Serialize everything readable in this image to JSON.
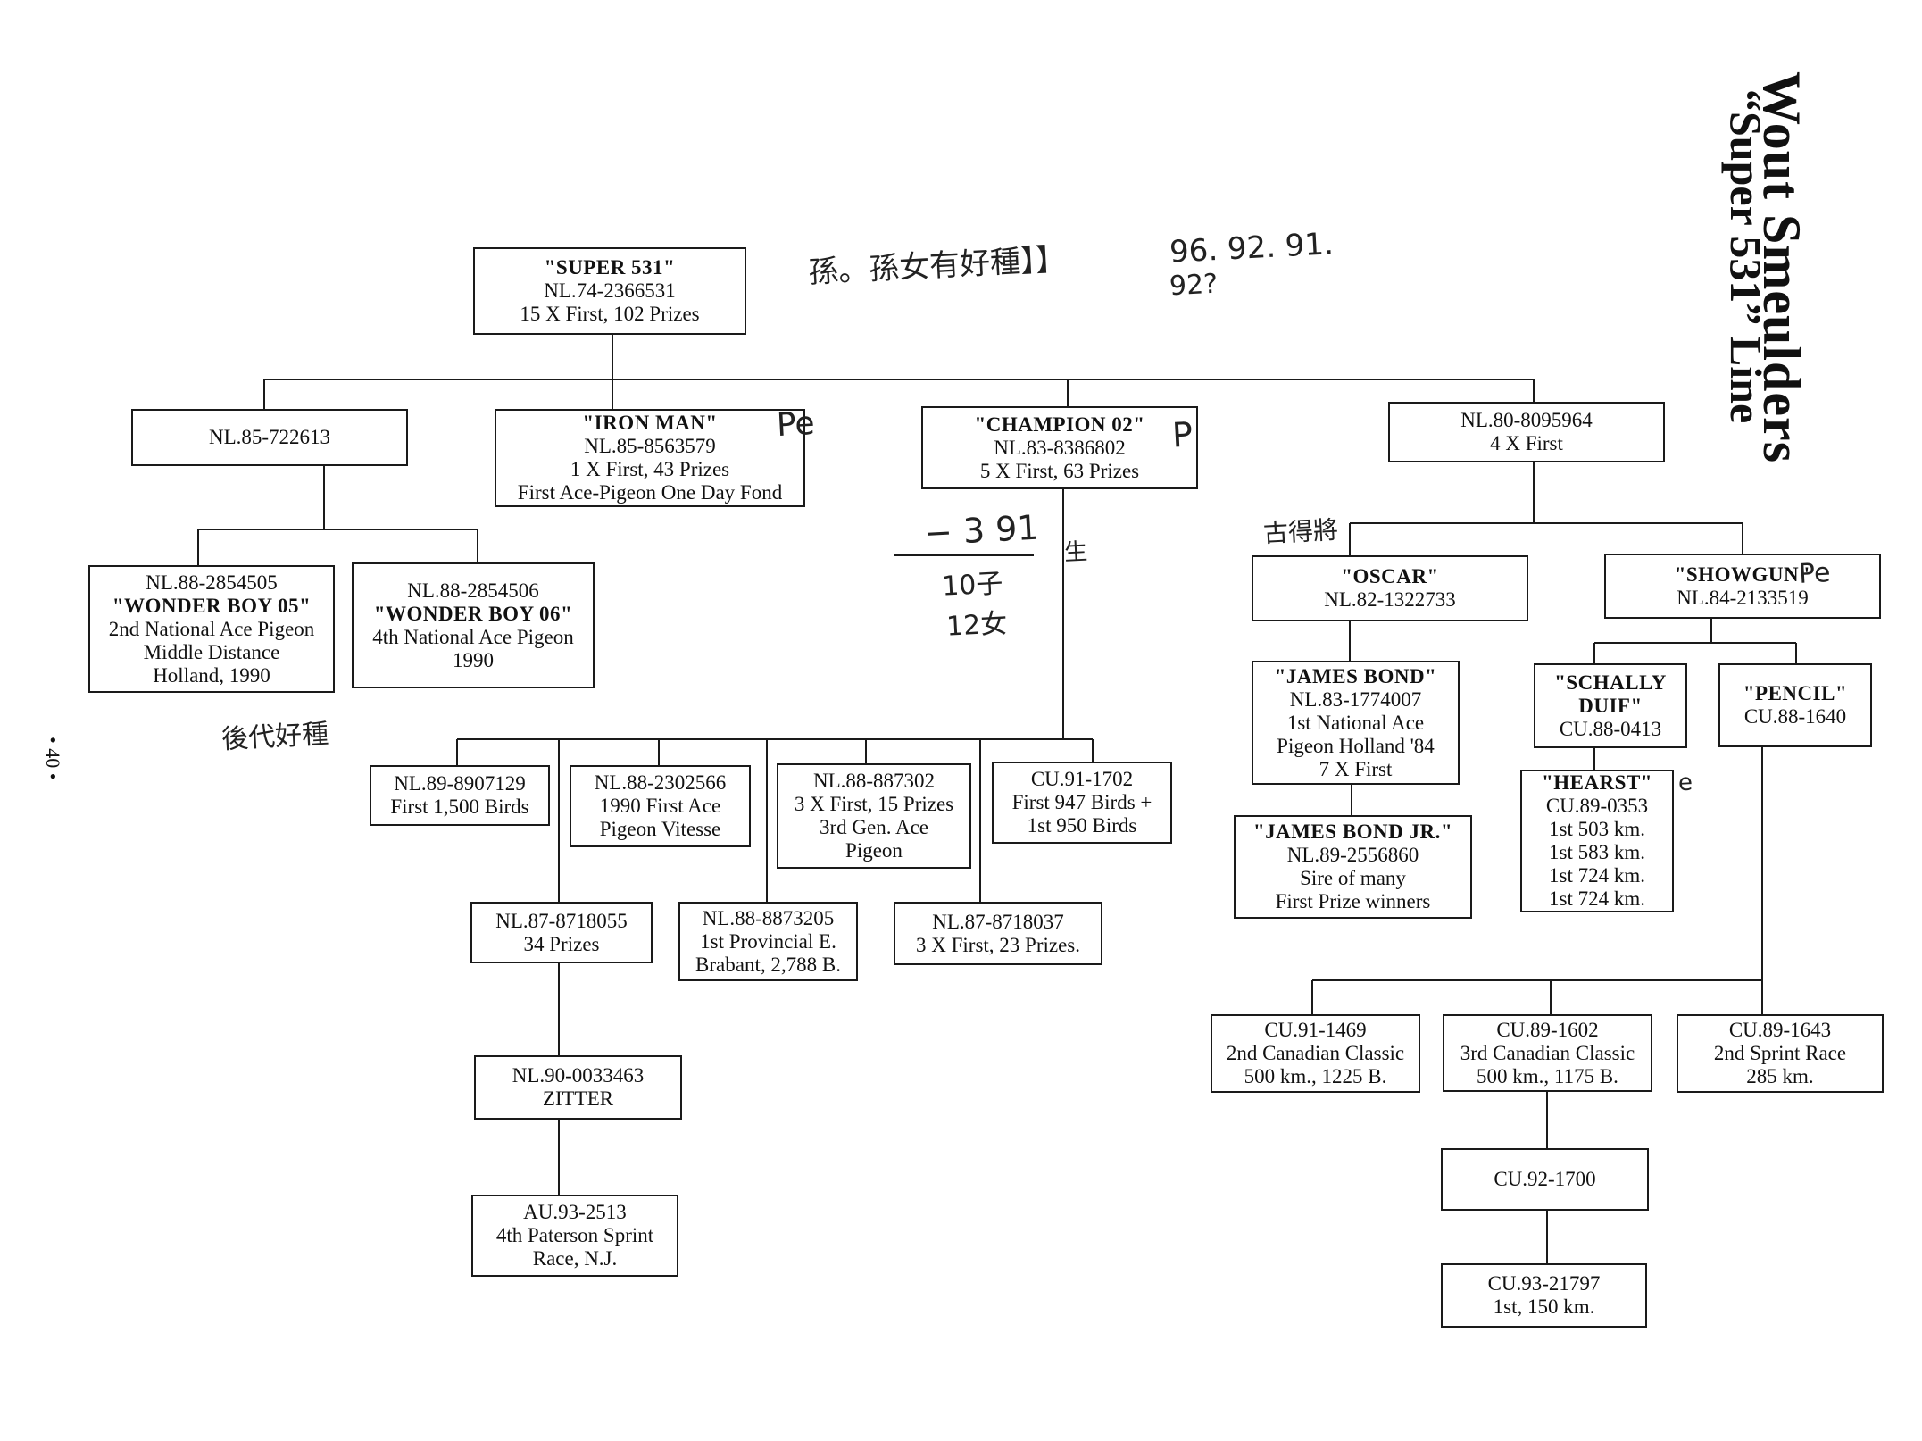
{
  "title": "Wout Smeulders",
  "subtitle": "“Super 531” Line",
  "page_number": "• 40 •",
  "nodes": {
    "super531": {
      "name": "\"SUPER 531\"",
      "lines": [
        "NL.74-2366531",
        "15 X First, 102 Prizes"
      ]
    },
    "nl85_722613": {
      "name": "",
      "lines": [
        "NL.85-722613"
      ]
    },
    "iron_man": {
      "name": "\"IRON MAN\"",
      "lines": [
        "NL.85-8563579",
        "1 X First, 43 Prizes",
        "First Ace-Pigeon One Day Fond"
      ]
    },
    "champion02": {
      "name": "\"CHAMPION 02\"",
      "lines": [
        "NL.83-8386802",
        "5 X First, 63 Prizes"
      ]
    },
    "nl80_8095964": {
      "name": "",
      "lines": [
        "NL.80-8095964",
        "4 X First"
      ]
    },
    "wonder_boy_05": {
      "name": "\"WONDER BOY 05\"",
      "top": "NL.88-2854505",
      "lines": [
        "2nd National Ace Pigeon",
        "Middle Distance",
        "Holland, 1990"
      ]
    },
    "wonder_boy_06": {
      "name": "\"WONDER BOY 06\"",
      "top": "NL.88-2854506",
      "lines": [
        "4th National Ace Pigeon",
        "1990"
      ]
    },
    "oscar": {
      "name": "\"OSCAR\"",
      "lines": [
        "NL.82-1322733"
      ]
    },
    "showgun": {
      "name": "\"SHOWGUN\"",
      "lines": [
        "NL.84-2133519"
      ]
    },
    "james_bond": {
      "name": "\"JAMES BOND\"",
      "lines": [
        "NL.83-1774007",
        "1st National Ace",
        "Pigeon Holland '84",
        "7 X First"
      ]
    },
    "schally_duif": {
      "name": "\"SCHALLY\nDUIF\"",
      "lines": [
        "CU.88-0413"
      ]
    },
    "pencil": {
      "name": "\"PENCIL\"",
      "lines": [
        "CU.88-1640"
      ]
    },
    "james_bond_jr": {
      "name": "\"JAMES BOND JR.\"",
      "lines": [
        "NL.89-2556860",
        "Sire of many",
        "First Prize winners"
      ]
    },
    "hearst": {
      "name": "\"HEARST\"",
      "lines": [
        "CU.89-0353",
        "1st 503 km.",
        "1st 583 km.",
        "1st 724 km.",
        "1st 724 km."
      ]
    },
    "nl89_8907129": {
      "name": "",
      "lines": [
        "NL.89-8907129",
        "First 1,500 Birds"
      ]
    },
    "nl88_2302566": {
      "name": "",
      "lines": [
        "NL.88-2302566",
        "1990 First Ace",
        "Pigeon Vitesse"
      ]
    },
    "nl88_887302": {
      "name": "",
      "lines": [
        "NL.88-887302",
        "3 X First, 15 Prizes",
        "3rd Gen. Ace",
        "Pigeon"
      ]
    },
    "cu91_1702": {
      "name": "",
      "lines": [
        "CU.91-1702",
        "First 947 Birds +",
        "1st 950 Birds"
      ]
    },
    "nl87_8718055": {
      "name": "",
      "lines": [
        "NL.87-8718055",
        "34 Prizes"
      ]
    },
    "nl88_8873205": {
      "name": "",
      "lines": [
        "NL.88-8873205",
        "1st Provincial E.",
        "Brabant, 2,788 B."
      ]
    },
    "nl87_8718037": {
      "name": "",
      "lines": [
        "NL.87-8718037",
        "3 X First, 23 Prizes."
      ]
    },
    "nl90_0033463": {
      "name": "",
      "lines": [
        "NL.90-0033463",
        "ZITTER"
      ]
    },
    "au93_2513": {
      "name": "",
      "lines": [
        "AU.93-2513",
        "4th Paterson Sprint",
        "Race, N.J."
      ]
    },
    "cu91_1469": {
      "name": "",
      "lines": [
        "CU.91-1469",
        "2nd Canadian Classic",
        "500 km., 1225 B."
      ]
    },
    "cu89_1602": {
      "name": "",
      "lines": [
        "CU.89-1602",
        "3rd Canadian Classic",
        "500 km., 1175 B."
      ]
    },
    "cu89_1643": {
      "name": "",
      "lines": [
        "CU.89-1643",
        "2nd Sprint Race",
        "285 km."
      ]
    },
    "cu92_1700": {
      "name": "",
      "lines": [
        "CU.92-1700"
      ]
    },
    "cu93_21797": {
      "name": "",
      "lines": [
        "CU.93-21797",
        "1st, 150 km."
      ]
    }
  },
  "annotations": {
    "top_note": "孫。孫女有好種】】",
    "top_years": "96. 92. 91.",
    "top_question": "92?",
    "iron_man_mark": "Pe",
    "champion_mark": "P",
    "champion_note_1": "− 3 91",
    "champion_note_2": "10子",
    "champion_note_3": "12女",
    "champion_note_4": "生",
    "oscar_note": "古得將",
    "wonder_boy_note": "後代好種",
    "showgun_mark": "Pe",
    "hearst_mark": "e"
  },
  "colors": {
    "line": "#1a1a1a",
    "ink": "#222222",
    "background": "#ffffff"
  }
}
